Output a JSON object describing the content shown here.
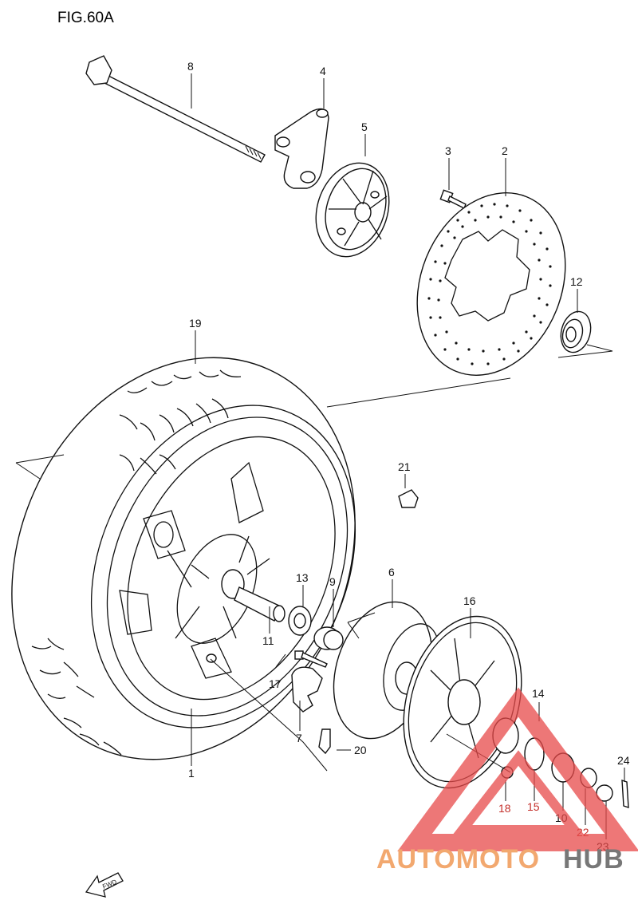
{
  "figure": {
    "title": "FIG.60A"
  },
  "parts": [
    {
      "id": "8",
      "label": "8"
    },
    {
      "id": "4",
      "label": "4"
    },
    {
      "id": "5",
      "label": "5"
    },
    {
      "id": "3",
      "label": "3"
    },
    {
      "id": "2",
      "label": "2"
    },
    {
      "id": "12",
      "label": "12"
    },
    {
      "id": "19",
      "label": "19"
    },
    {
      "id": "21",
      "label": "21"
    },
    {
      "id": "6",
      "label": "6"
    },
    {
      "id": "16",
      "label": "16"
    },
    {
      "id": "13",
      "label": "13"
    },
    {
      "id": "9",
      "label": "9"
    },
    {
      "id": "11",
      "label": "11"
    },
    {
      "id": "17",
      "label": "17"
    },
    {
      "id": "7",
      "label": "7"
    },
    {
      "id": "20",
      "label": "20"
    },
    {
      "id": "1",
      "label": "1"
    },
    {
      "id": "14",
      "label": "14"
    },
    {
      "id": "24",
      "label": "24"
    },
    {
      "id": "18",
      "label": "18"
    },
    {
      "id": "15",
      "label": "15"
    },
    {
      "id": "10",
      "label": "10"
    },
    {
      "id": "22",
      "label": "22"
    },
    {
      "id": "23",
      "label": "23"
    }
  ],
  "direction_arrow": {
    "label": "FWD"
  },
  "watermark": {
    "part1": "AUTOMOTO",
    "part2": "HUB",
    "colors": {
      "auto": "#f2a86f",
      "hub": "#777777",
      "triangle": "#e84a4a"
    }
  }
}
